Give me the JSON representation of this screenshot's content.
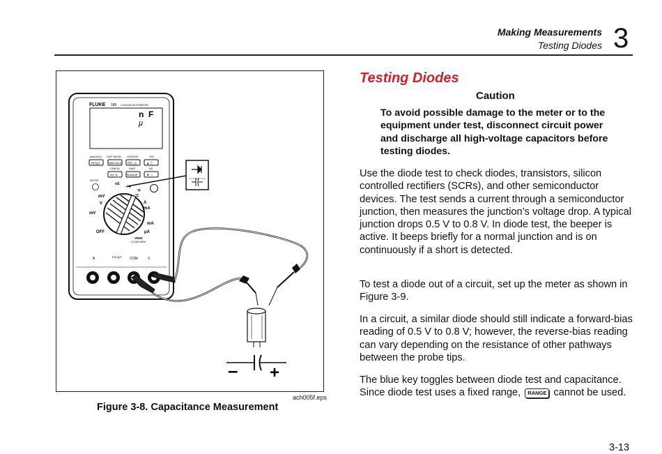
{
  "header": {
    "title": "Making Measurements",
    "subtitle": "Testing Diodes",
    "chapter": "3"
  },
  "figure": {
    "caption": "Figure 3-8. Capacitance Measurement",
    "file": "ach005f.eps",
    "meter": {
      "brand": "FLUKE",
      "model": "189",
      "model_desc": "LOGGING MULTIMETER",
      "display_n": "n",
      "display_f": "F",
      "display_mu": "μ",
      "top_labels": [
        "AutoHOLD",
        "FAST MN MX",
        "LOGGING",
        "YES"
      ],
      "row1_buttons": [
        "HOLD",
        "MIN MAX",
        "REL Δ",
        "▲ ⎍"
      ],
      "mid_labels": [
        "CANCEL",
        "SAVE",
        "NO"
      ],
      "row2_buttons": [
        "Hz %",
        "RANGE",
        "▼ ☼"
      ],
      "dial_labels": {
        "setup": "SETUP",
        "ns": "nS",
        "diode": "⊣◄",
        "f": "°F",
        "c": "°C",
        "mv": "mV",
        "v": "V",
        "a": "A",
        "ma": "mA",
        "mv2": "mV",
        "ua": "μA",
        "off": "OFF",
        "view": "VIEW",
        "clear_mem": "CLEAR MEM"
      },
      "jacks": {
        "a": "A",
        "mau": "mA μA",
        "com": "COM",
        "v": "V"
      }
    },
    "polarity_minus": "–",
    "polarity_plus": "+"
  },
  "section": {
    "title": "Testing Diodes",
    "caution_heading": "Caution",
    "caution_text": "To avoid possible damage to the meter or to the equipment under test, disconnect circuit power and discharge all high-voltage capacitors before testing diodes.",
    "paragraphs": [
      "Use the diode test to check diodes, transistors, silicon controlled rectifiers (SCRs), and other semiconductor devices. The test sends a current through a semiconductor junction, then measures the junction’s voltage drop. A typical junction drops 0.5 V  to 0.8 V. In diode test, the beeper is active. It beeps briefly for a normal junction and is on continuously if a short is detected.",
      "To test a diode out of a circuit, set up the meter as shown in Figure 3-9.",
      "In a circuit, a similar diode should still indicate a forward-bias reading of 0.5 V to 0.8 V; however, the reverse-bias reading can vary depending on the resistance of other pathways between the probe tips."
    ],
    "last_para_before": "The blue key toggles between diode test and capacitance. Since diode test uses a fixed range,",
    "last_para_key": "RANGE",
    "last_para_after": "cannot be used."
  },
  "footer": {
    "page_number": "3-13"
  }
}
